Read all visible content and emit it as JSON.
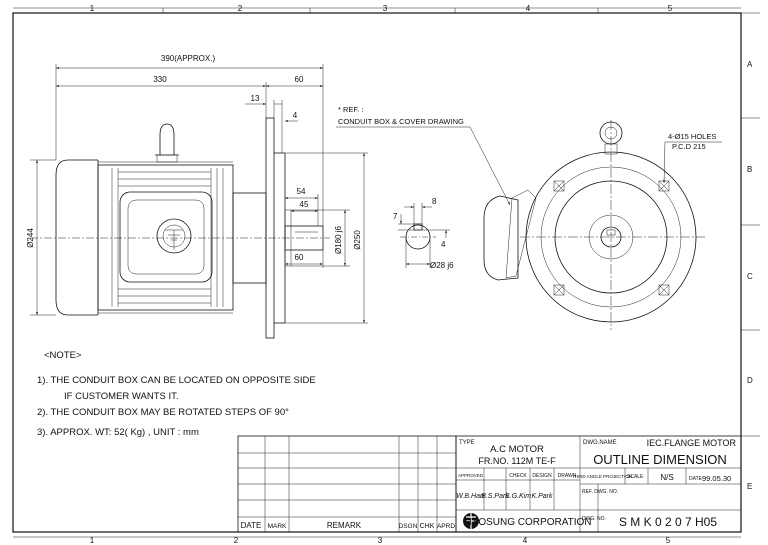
{
  "grid": {
    "columns": [
      "1",
      "2",
      "3",
      "4",
      "5"
    ],
    "rows": [
      "A",
      "B",
      "C",
      "D",
      "E"
    ]
  },
  "dims": {
    "overall": "390(APPROX.)",
    "body": "330",
    "flange_len": "60",
    "d13": "13",
    "d4": "4",
    "d54": "54",
    "d45": "45",
    "d60": "60",
    "dia244": "Ø244",
    "dia180": "Ø180 j6",
    "dia250": "Ø250",
    "key8": "8",
    "key7": "7",
    "key4": "4",
    "shaft": "Ø28 j6",
    "holes": "4-Ø15 HOLES",
    "pcd": "P.C.D 215"
  },
  "ref": {
    "line1": "* REF. :",
    "line2": "CONDUIT BOX & COVER DRAWING"
  },
  "notes": {
    "header": "<NOTE>",
    "n1": "1). THE CONDUIT BOX CAN BE LOCATED ON OPPOSITE SIDE",
    "n1b": "IF CUSTOMER WANTS IT.",
    "n2": "2). THE CONDUIT BOX  MAY BE ROTATED STEPS OF 90°",
    "n3": "3). APPROX. WT:  52( Kg) , UNIT :  mm"
  },
  "revision": {
    "headers": [
      "DATE",
      "MARK",
      "REMARK",
      "DSGN",
      "CHK",
      "APRD"
    ]
  },
  "titleblock": {
    "type_label": "TYPE",
    "type_line1": "A.C MOTOR",
    "type_line2": "FR.NO. 112M TE-F",
    "approved": "APPROVED",
    "check": "CHECK",
    "design": "DESIGN",
    "drawn": "DRAWN",
    "sig_approved": "W.B.Han",
    "sig_check": "B.S.Park",
    "sig_design": "S.G.Kim",
    "sig_drawn": "K.Park",
    "dwg_name_label": "DWG.NAME",
    "dwg_name": "IEC.FLANGE MOTOR",
    "title": "OUTLINE DIMENSION",
    "projection": "THIRD ANGLE PROJECTION",
    "scale_label": "SCALE",
    "scale": "N/S",
    "date_label": "DATE",
    "date": "99.05.30",
    "ref_dwg": "REF. DWG. NO.",
    "company": "HYOSUNG CORPORATION",
    "dwg_no_label": "DWG. NO.",
    "dwg_no": "S M K 0 2 0 7 H05"
  }
}
